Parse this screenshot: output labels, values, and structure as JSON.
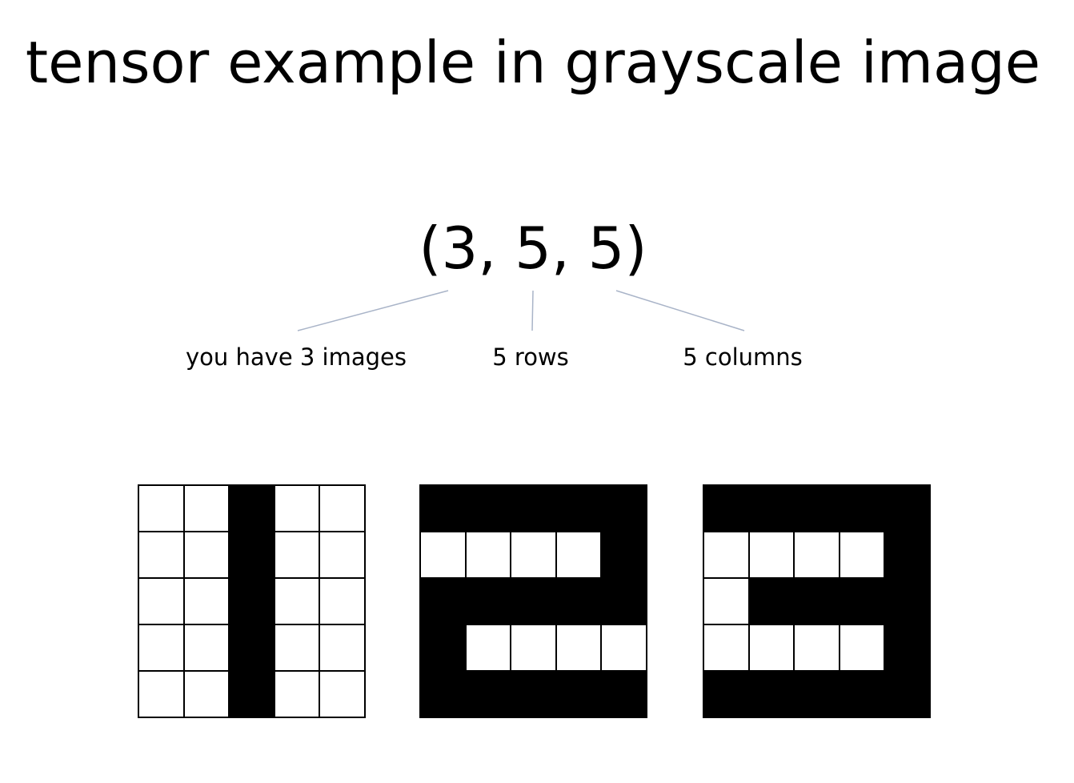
{
  "title": "tensor example in grayscale image",
  "shape_text": "(3, 5, 5)",
  "labels": {
    "images": "you have 3 images",
    "rows": "5 rows",
    "columns": "5 columns"
  },
  "colors": {
    "ink": "#000000",
    "paper": "#ffffff",
    "connector": "#a9b4c8"
  },
  "images": [
    {
      "name": "digit-1",
      "pixels": [
        [
          0,
          0,
          1,
          0,
          0
        ],
        [
          0,
          0,
          1,
          0,
          0
        ],
        [
          0,
          0,
          1,
          0,
          0
        ],
        [
          0,
          0,
          1,
          0,
          0
        ],
        [
          0,
          0,
          1,
          0,
          0
        ]
      ]
    },
    {
      "name": "digit-2",
      "pixels": [
        [
          1,
          1,
          1,
          1,
          1
        ],
        [
          0,
          0,
          0,
          0,
          1
        ],
        [
          1,
          1,
          1,
          1,
          1
        ],
        [
          1,
          0,
          0,
          0,
          0
        ],
        [
          1,
          1,
          1,
          1,
          1
        ]
      ]
    },
    {
      "name": "digit-3",
      "pixels": [
        [
          1,
          1,
          1,
          1,
          1
        ],
        [
          0,
          0,
          0,
          0,
          1
        ],
        [
          0,
          1,
          1,
          1,
          1
        ],
        [
          0,
          0,
          0,
          0,
          1
        ],
        [
          1,
          1,
          1,
          1,
          1
        ]
      ]
    }
  ]
}
